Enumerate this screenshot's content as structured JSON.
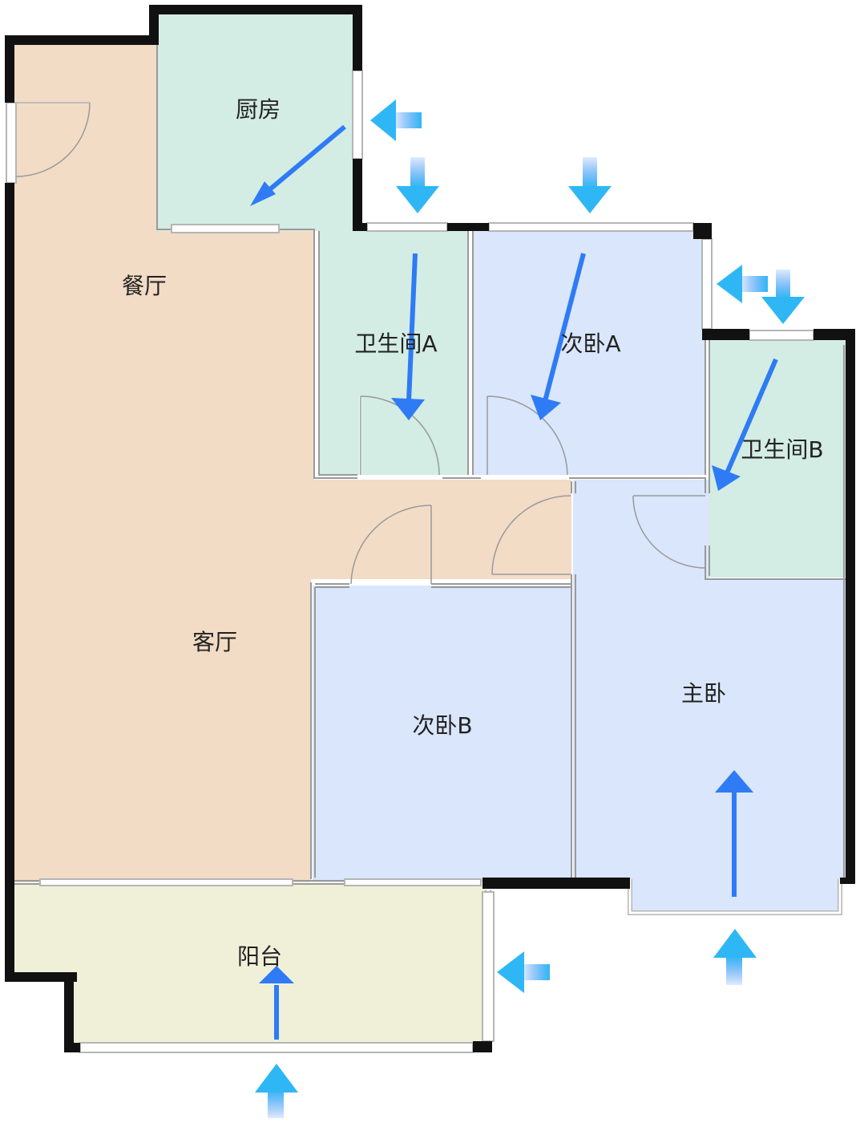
{
  "rooms": {
    "kitchen": "厨房",
    "dining": "餐厅",
    "bath_a": "卫生间A",
    "bedroom_a": "次卧A",
    "bath_b": "卫生间B",
    "living": "客厅",
    "bedroom_b": "次卧B",
    "master": "主卧",
    "balcony": "阳台"
  },
  "colors": {
    "living_dining": "#f2dcc6",
    "kitchen_bath": "#d3ece4",
    "bedroom": "#d9e6fb",
    "balcony": "#f0f0d9",
    "wall": "#111111",
    "airflow_arrow": "#2f7bf5",
    "light_arrow": "#35a7f5"
  },
  "icons": {
    "airflow": "airflow-arrow-icon",
    "light_inlet": "light-inlet-arrow-icon",
    "door_swing": "door-swing-icon"
  }
}
